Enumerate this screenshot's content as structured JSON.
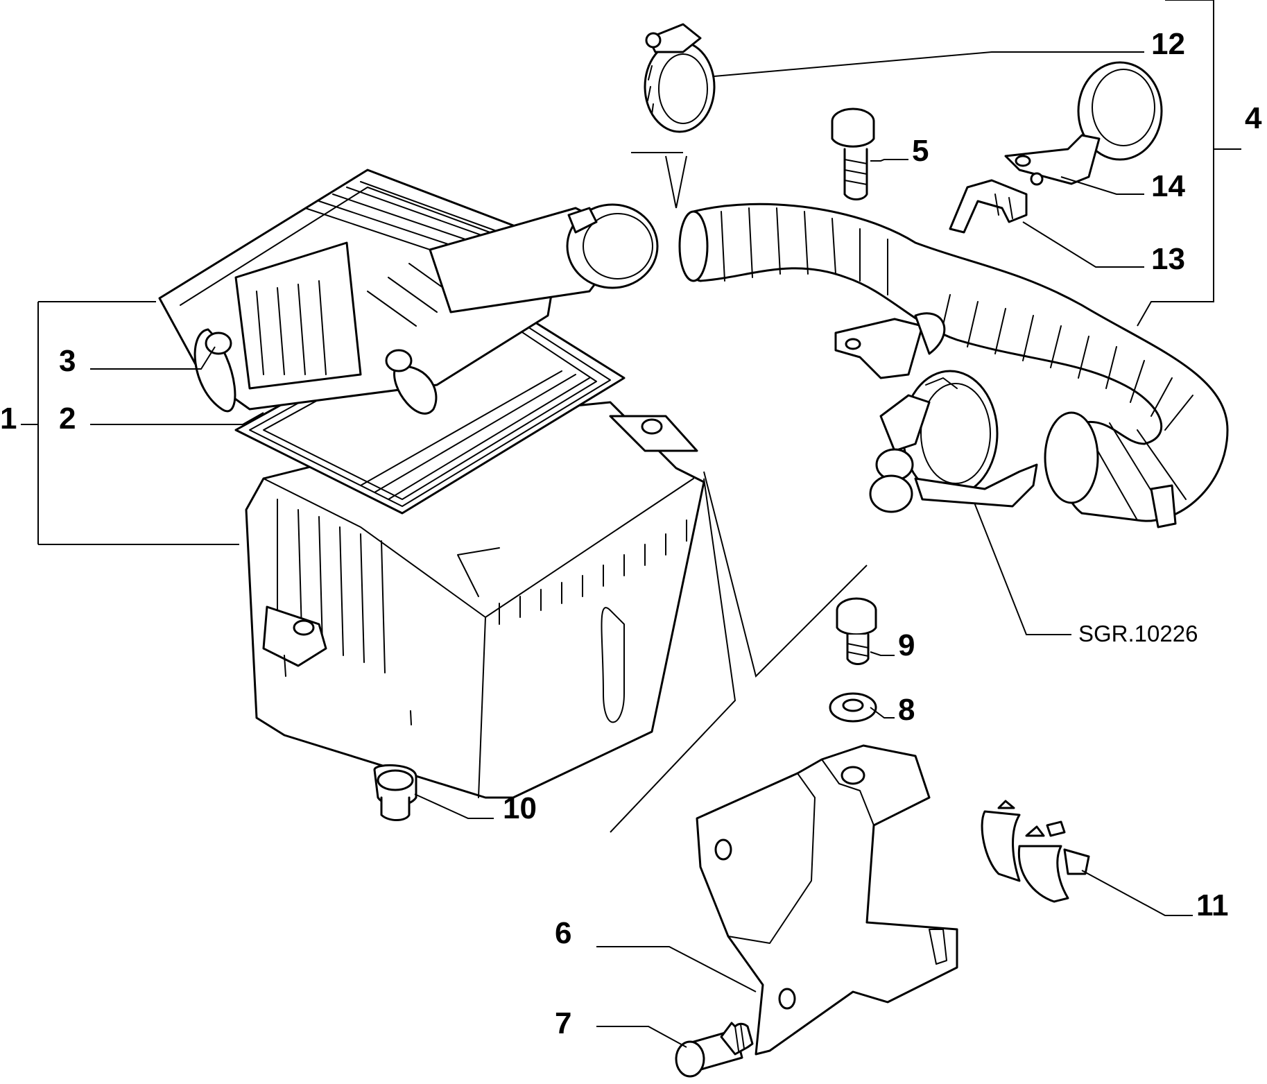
{
  "diagram": {
    "reference_code": "SGR.10226",
    "callouts": [
      "1",
      "2",
      "3",
      "4",
      "5",
      "6",
      "7",
      "8",
      "9",
      "10",
      "11",
      "12",
      "13",
      "14"
    ],
    "line_color": "#000000",
    "background_color": "#ffffff"
  }
}
